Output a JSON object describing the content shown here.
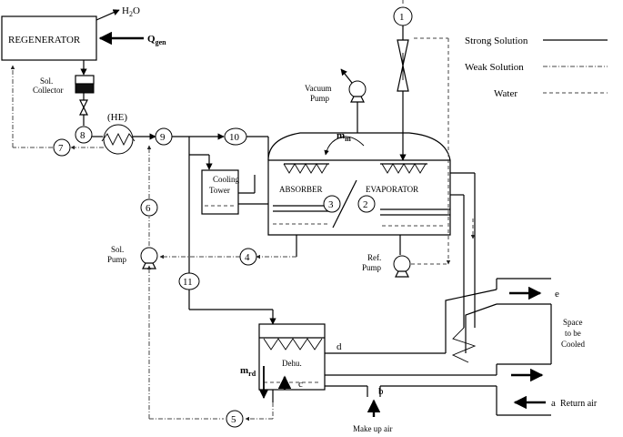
{
  "components": {
    "regenerator": "REGENERATOR",
    "h2o": "H",
    "h2o_sub": "2",
    "h2o_o": "O",
    "qgen": "Q",
    "qgen_sub": "gen",
    "sol_collector_1": "Sol.",
    "sol_collector_2": "Collector",
    "he": "(HE)",
    "vacuum_pump_1": "Vacuum",
    "vacuum_pump_2": "Pump",
    "mm": "m",
    "mm_sub": "m",
    "cooling_tower_1": "Cooling",
    "cooling_tower_2": "Tower",
    "absorber": "ABSORBER",
    "evaporator": "EVAPORATOR",
    "sol_pump_1": "Sol.",
    "sol_pump_2": "Pump",
    "ref_pump_1": "Ref.",
    "ref_pump_2": "Pump",
    "dehu": "Dehu.",
    "mrd": "m",
    "mrd_sub": "rd",
    "space_1": "Space",
    "space_2": "to be",
    "space_3": "Cooled",
    "make_up_air": "Make up air",
    "return_air": "Return air"
  },
  "state_points": [
    "1",
    "2",
    "3",
    "4",
    "5",
    "6",
    "7",
    "8",
    "9",
    "10",
    "11"
  ],
  "air_points": {
    "a": "a",
    "b": "b",
    "c": "c",
    "d": "d",
    "e": "e"
  },
  "legend": {
    "strong": "Strong Solution",
    "weak": "Weak Solution",
    "water": "Water"
  }
}
